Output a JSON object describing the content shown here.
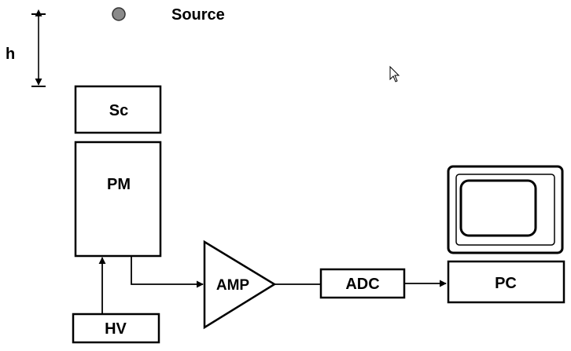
{
  "labels": {
    "source": "Source",
    "height": "h",
    "scintillator": "Sc",
    "photomultiplier": "PM",
    "high_voltage": "HV",
    "amplifier": "AMP",
    "adc": "ADC",
    "pc": "PC"
  },
  "colors": {
    "stroke": "#000000",
    "source_fill": "#8a8a8a",
    "background": "#ffffff"
  },
  "icons": {
    "cursor": "mouse-pointer-icon"
  }
}
